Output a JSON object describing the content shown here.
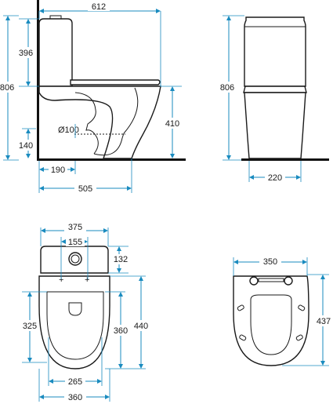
{
  "side_view": {
    "dims": {
      "total_depth": "612",
      "tank_height": "396",
      "total_height": "806",
      "outlet_height": "140",
      "outlet_diameter": "Ø100",
      "seat_height": "410",
      "outlet_offset": "190",
      "base_depth": "505"
    }
  },
  "front_view": {
    "dims": {
      "total_height": "806",
      "base_width": "220"
    }
  },
  "top_view": {
    "dims": {
      "tank_width": "375",
      "button_spacing": "155",
      "tank_depth": "132",
      "bowl_inner_length": "325",
      "bowl_length": "360",
      "overall_length": "440",
      "inner_width": "265",
      "bowl_width": "360"
    }
  },
  "seat_view": {
    "dims": {
      "seat_width": "350",
      "seat_length": "437"
    }
  },
  "colors": {
    "dimension_line": "#1a8bbf",
    "outline": "#1a1a1a"
  }
}
